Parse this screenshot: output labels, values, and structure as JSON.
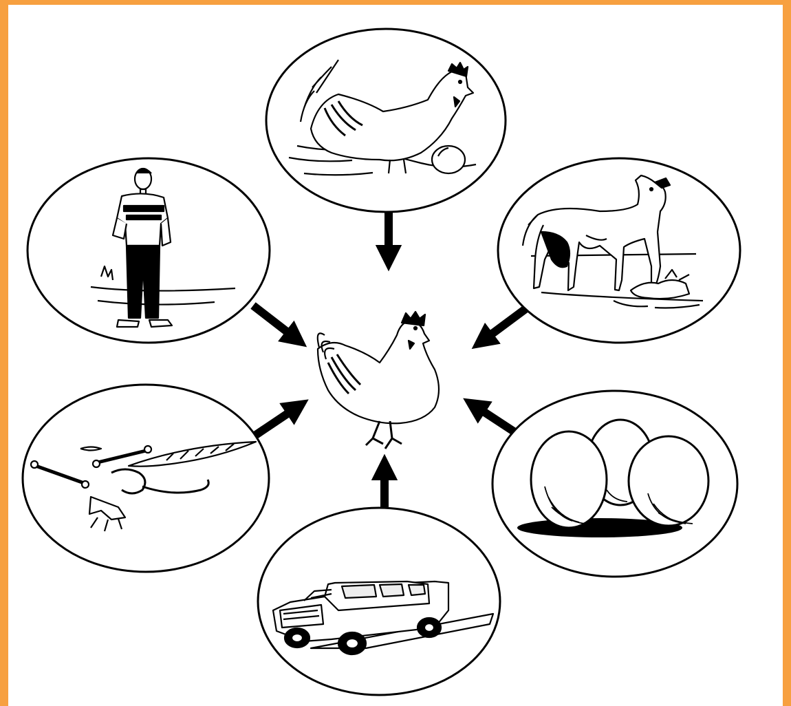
{
  "diagram": {
    "center": {
      "icon": "chicken-icon"
    },
    "nodes": [
      {
        "id": "hen-with-egg",
        "icon": "hen-with-egg-icon"
      },
      {
        "id": "dog-eating-chicken",
        "icon": "dog-icon"
      },
      {
        "id": "eggs",
        "icon": "eggs-icon"
      },
      {
        "id": "vehicle",
        "icon": "vehicle-icon"
      },
      {
        "id": "bones-feathers-remains",
        "icon": "remains-icon"
      },
      {
        "id": "man",
        "icon": "man-icon"
      }
    ],
    "edges": [
      {
        "from": "hen-with-egg",
        "to": "center"
      },
      {
        "from": "dog-eating-chicken",
        "to": "center"
      },
      {
        "from": "eggs",
        "to": "center"
      },
      {
        "from": "vehicle",
        "to": "center"
      },
      {
        "from": "bones-feathers-remains",
        "to": "center"
      },
      {
        "from": "man",
        "to": "center"
      }
    ],
    "colors": {
      "frame": "#f7a040",
      "background": "#ffffff",
      "ink": "#000000"
    }
  }
}
